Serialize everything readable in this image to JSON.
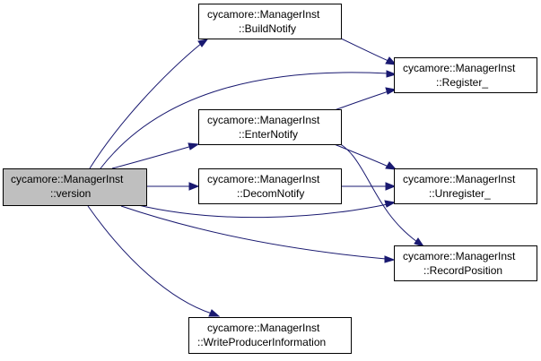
{
  "nodes": {
    "version": {
      "line1": "cycamore::ManagerInst",
      "line2": "::version"
    },
    "build_notify": {
      "line1": "cycamore::ManagerInst",
      "line2": "::BuildNotify"
    },
    "enter_notify": {
      "line1": "cycamore::ManagerInst",
      "line2": "::EnterNotify"
    },
    "decom_notify": {
      "line1": "cycamore::ManagerInst",
      "line2": "::DecomNotify"
    },
    "write_producer_information": {
      "line1": "cycamore::ManagerInst",
      "line2": "::WriteProducerInformation"
    },
    "register": {
      "line1": "cycamore::ManagerInst",
      "line2": "::Register_"
    },
    "unregister": {
      "line1": "cycamore::ManagerInst",
      "line2": "::Unregister_"
    },
    "record_position": {
      "line1": "cycamore::ManagerInst",
      "line2": "::RecordPosition"
    }
  },
  "colors": {
    "edge": "#191970",
    "root_fill": "#bfbfbf",
    "node_fill": "#ffffff",
    "node_border": "#000000"
  }
}
